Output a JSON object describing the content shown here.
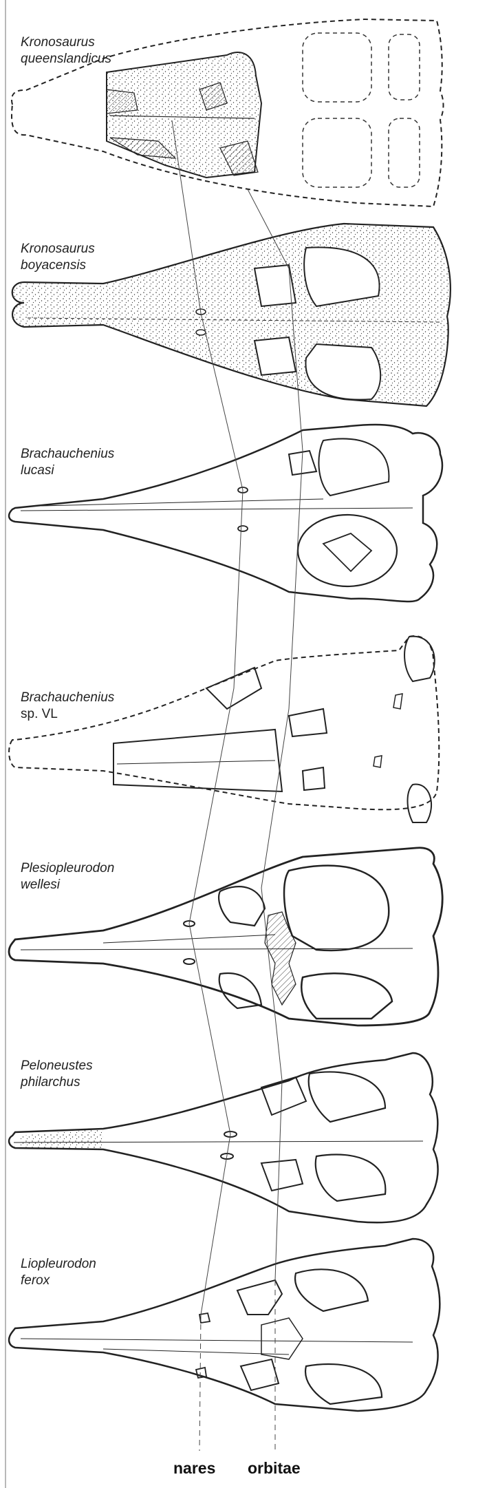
{
  "panels": [
    {
      "genus": "Kronosaurus",
      "species": "queenslandicus"
    },
    {
      "genus": "Kronosaurus",
      "species": "boyacensis"
    },
    {
      "genus": "Brachauchenius",
      "species": "lucasi"
    },
    {
      "genus": "Brachauchenius",
      "species": "sp. VL"
    },
    {
      "genus": "Plesiopleurodon",
      "species": "wellesi"
    },
    {
      "genus": "Peloneustes",
      "species": "philarchus"
    },
    {
      "genus": "Liopleurodon",
      "species": "ferox"
    }
  ],
  "footer": {
    "nares_label": "nares",
    "orbitae_label": "orbitae"
  }
}
